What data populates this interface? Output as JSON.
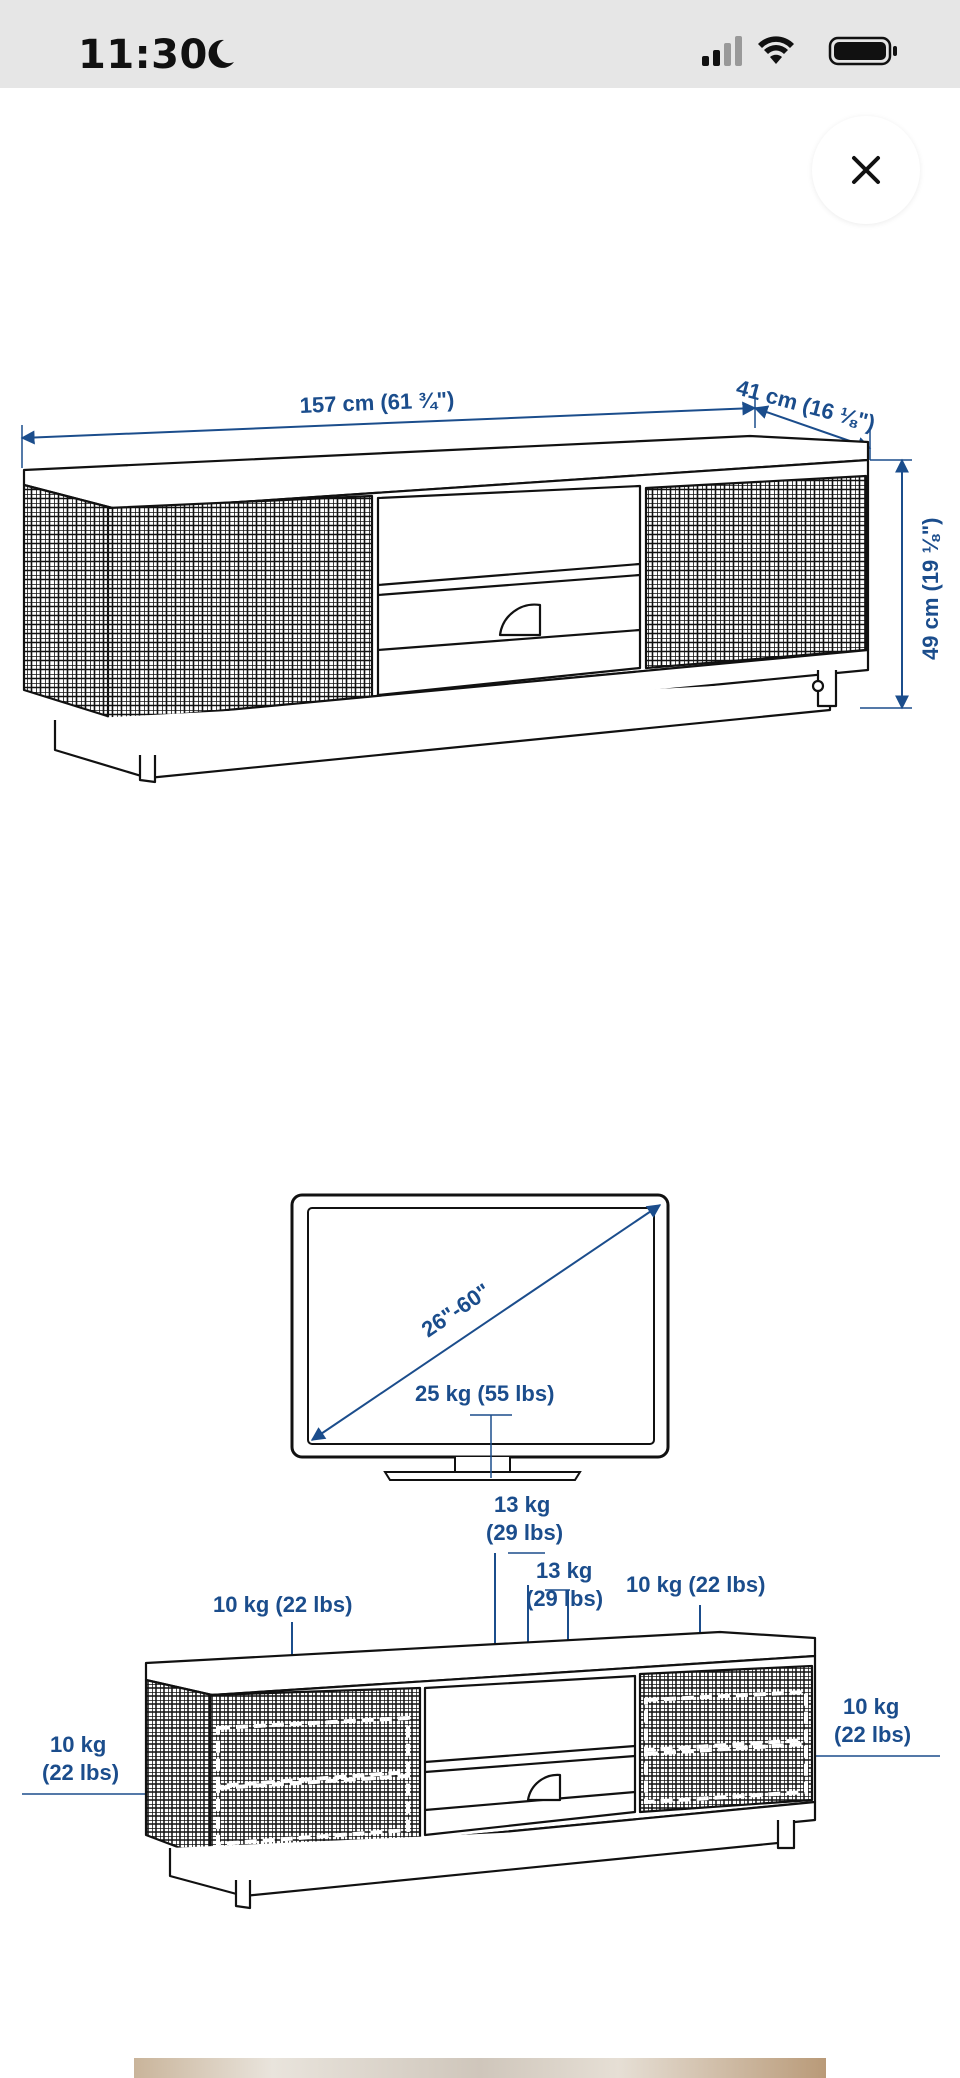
{
  "status_bar": {
    "time": "11:30",
    "icons": [
      "moon-icon",
      "signal-icon",
      "wifi-icon",
      "battery-icon"
    ]
  },
  "close_button": {
    "icon": "close-icon"
  },
  "dimensions_diagram": {
    "width_label": "157 cm (61 ¾\")",
    "depth_label": "41 cm (16 ⅛\")",
    "height_label": "49 cm (19 ⅛\")"
  },
  "load_diagram": {
    "tv_size_label": "26\"-60\"",
    "tv_weight_label": "25 kg (55 lbs)",
    "top_load": [
      "13 kg",
      "(29 lbs)"
    ],
    "shelf_load": [
      "13 kg",
      "(29 lbs)"
    ],
    "left_door_label": "10 kg (22 lbs)",
    "right_door_label": "10 kg (22 lbs)",
    "left_shelf_load": [
      "10 kg",
      "(22 lbs)"
    ],
    "right_shelf_load": [
      "10 kg",
      "(22 lbs)"
    ]
  },
  "colors": {
    "dimension_blue": "#1b4d8c",
    "line_black": "#111111",
    "status_bar_bg": "#e6e6e6"
  }
}
